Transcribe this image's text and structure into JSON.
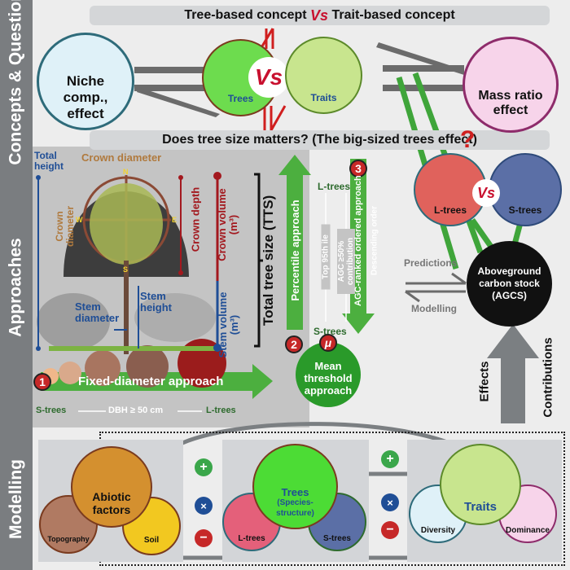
{
  "sidebar": {
    "sections": [
      "Concepts & Questions",
      "Approaches",
      "Modelling"
    ]
  },
  "concepts": {
    "banner_top_left": "Tree-based concept",
    "banner_top_vs": "Vs",
    "banner_top_right": "Trait-based concept",
    "niche_label": "Niche comp., effect",
    "trees_label": "Trees",
    "vs_label": "Vs",
    "traits_label": "Traits",
    "mass_ratio_label": "Mass ratio effect",
    "question_banner": "Does tree size matters? (The big-sized trees effect)",
    "question_mark": "?"
  },
  "approaches": {
    "total_height": "Total height",
    "crown_diameter_top": "Crown diameter",
    "crown_diameter_side": "Crown diameter",
    "compass": {
      "n": "N",
      "s": "S",
      "e": "E",
      "w": "W"
    },
    "crown_depth": "Crown depth",
    "crown_volume": "Crown volume (m³)",
    "stem_volume": "Stem volume (m³)",
    "stem_diameter": "Stem diameter",
    "stem_height": "Stem height",
    "tts": "Total tree size (TTS)",
    "approach1_num": "1",
    "approach1": "Fixed-diameter approach",
    "s_trees": "S-trees",
    "dbh": "DBH ≥ 50 cm",
    "l_trees": "L-trees",
    "approach2_num": "2",
    "approach2": "Percentile approach",
    "top95": "Top 95th ile",
    "l_trees_top": "L-trees",
    "s_trees_bottom": "S-trees",
    "agc50": "AGC ≥50% contribution",
    "approach3_num": "3",
    "approach3": "AGC-ranked ordered approach",
    "descending": "Descending order",
    "mean_symbol": "μ",
    "mean_threshold": "Mean threshold approach"
  },
  "right_panel": {
    "l_trees": "L-trees",
    "vs": "Vs",
    "s_trees": "S-trees",
    "predictions": "Predictions",
    "modelling": "Modelling",
    "agcs": "Aboveground carbon stock (AGCS)",
    "effects": "Effects",
    "contributions": "Contributions"
  },
  "modelling": {
    "abiotic": "Abiotic factors",
    "topography": "Topography",
    "soil": "Soil",
    "trees": "Trees",
    "trees_sub": "(Species-structure)",
    "l_trees": "L-trees",
    "s_trees": "S-trees",
    "traits": "Traits",
    "diversity": "Diversity",
    "dominance": "Dominance",
    "ops": [
      "+",
      "×",
      "−"
    ]
  },
  "colors": {
    "green_arrow": "#4caf3f",
    "red_badge": "#c62828",
    "sidebar": "#7a7d80",
    "agcs": "#111111"
  }
}
